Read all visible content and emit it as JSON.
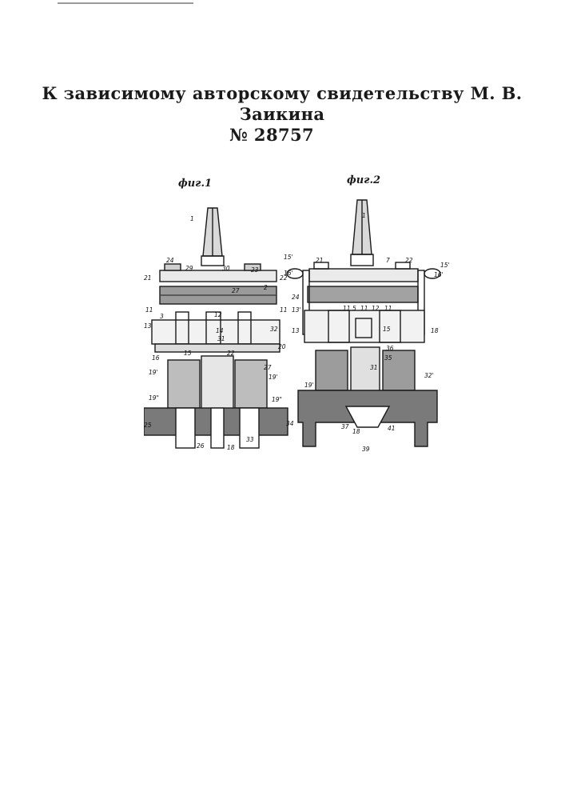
{
  "document": {
    "header_line1": "К зависимому авторскому свидетельству М. В. Заикина",
    "header_line2": "№ 28757"
  },
  "figures": [
    {
      "label": "фиг.1",
      "numbers": [
        "1",
        "24",
        "21",
        "29",
        "30",
        "23",
        "22",
        "2",
        "27",
        "11",
        "11",
        "3",
        "13",
        "12",
        "14",
        "32",
        "20",
        "31",
        "15",
        "16",
        "22",
        "19'",
        "27",
        "19'",
        "19\"",
        "19\"",
        "25",
        "26",
        "33",
        "18",
        "34"
      ]
    },
    {
      "label": "фиг.2",
      "numbers": [
        "1",
        "15'",
        "16'",
        "21",
        "7",
        "22",
        "15'",
        "16'",
        "24",
        "13'",
        "11",
        "5",
        "11",
        "12",
        "11",
        "13",
        "15",
        "18",
        "36",
        "35",
        "19'",
        "32'",
        "31",
        "37",
        "18",
        "41",
        "39"
      ]
    }
  ]
}
